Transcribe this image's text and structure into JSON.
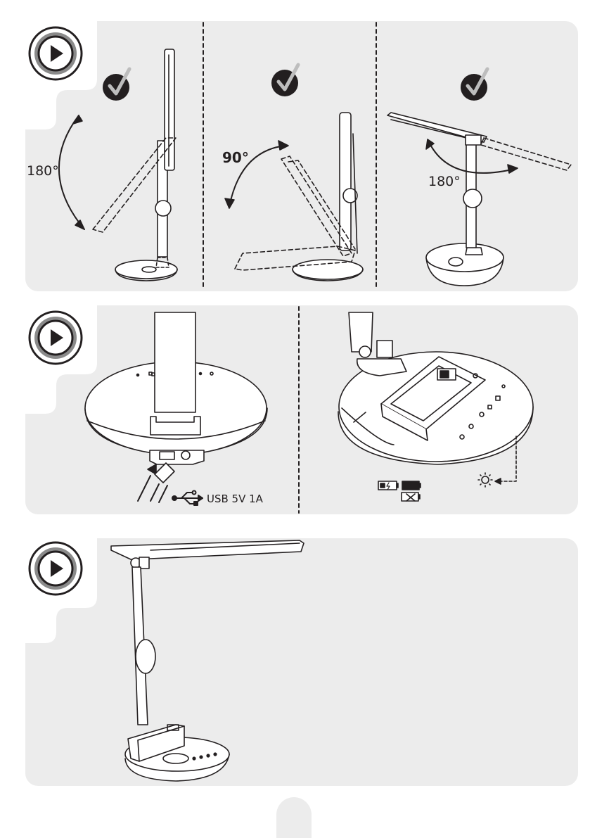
{
  "sections": [
    {
      "id": "adjust",
      "panes": [
        {
          "id": "tilt-head",
          "angle": "180°"
        },
        {
          "id": "fold-arm",
          "angle": "90°"
        },
        {
          "id": "rotate-head",
          "angle": "180°"
        }
      ]
    },
    {
      "id": "charging",
      "usb_label": "USB 5V 1A"
    },
    {
      "id": "assembled"
    }
  ],
  "colors": {
    "panel": "#ececec",
    "ink": "#231f20",
    "ring_gray": "#8a8a8a"
  }
}
